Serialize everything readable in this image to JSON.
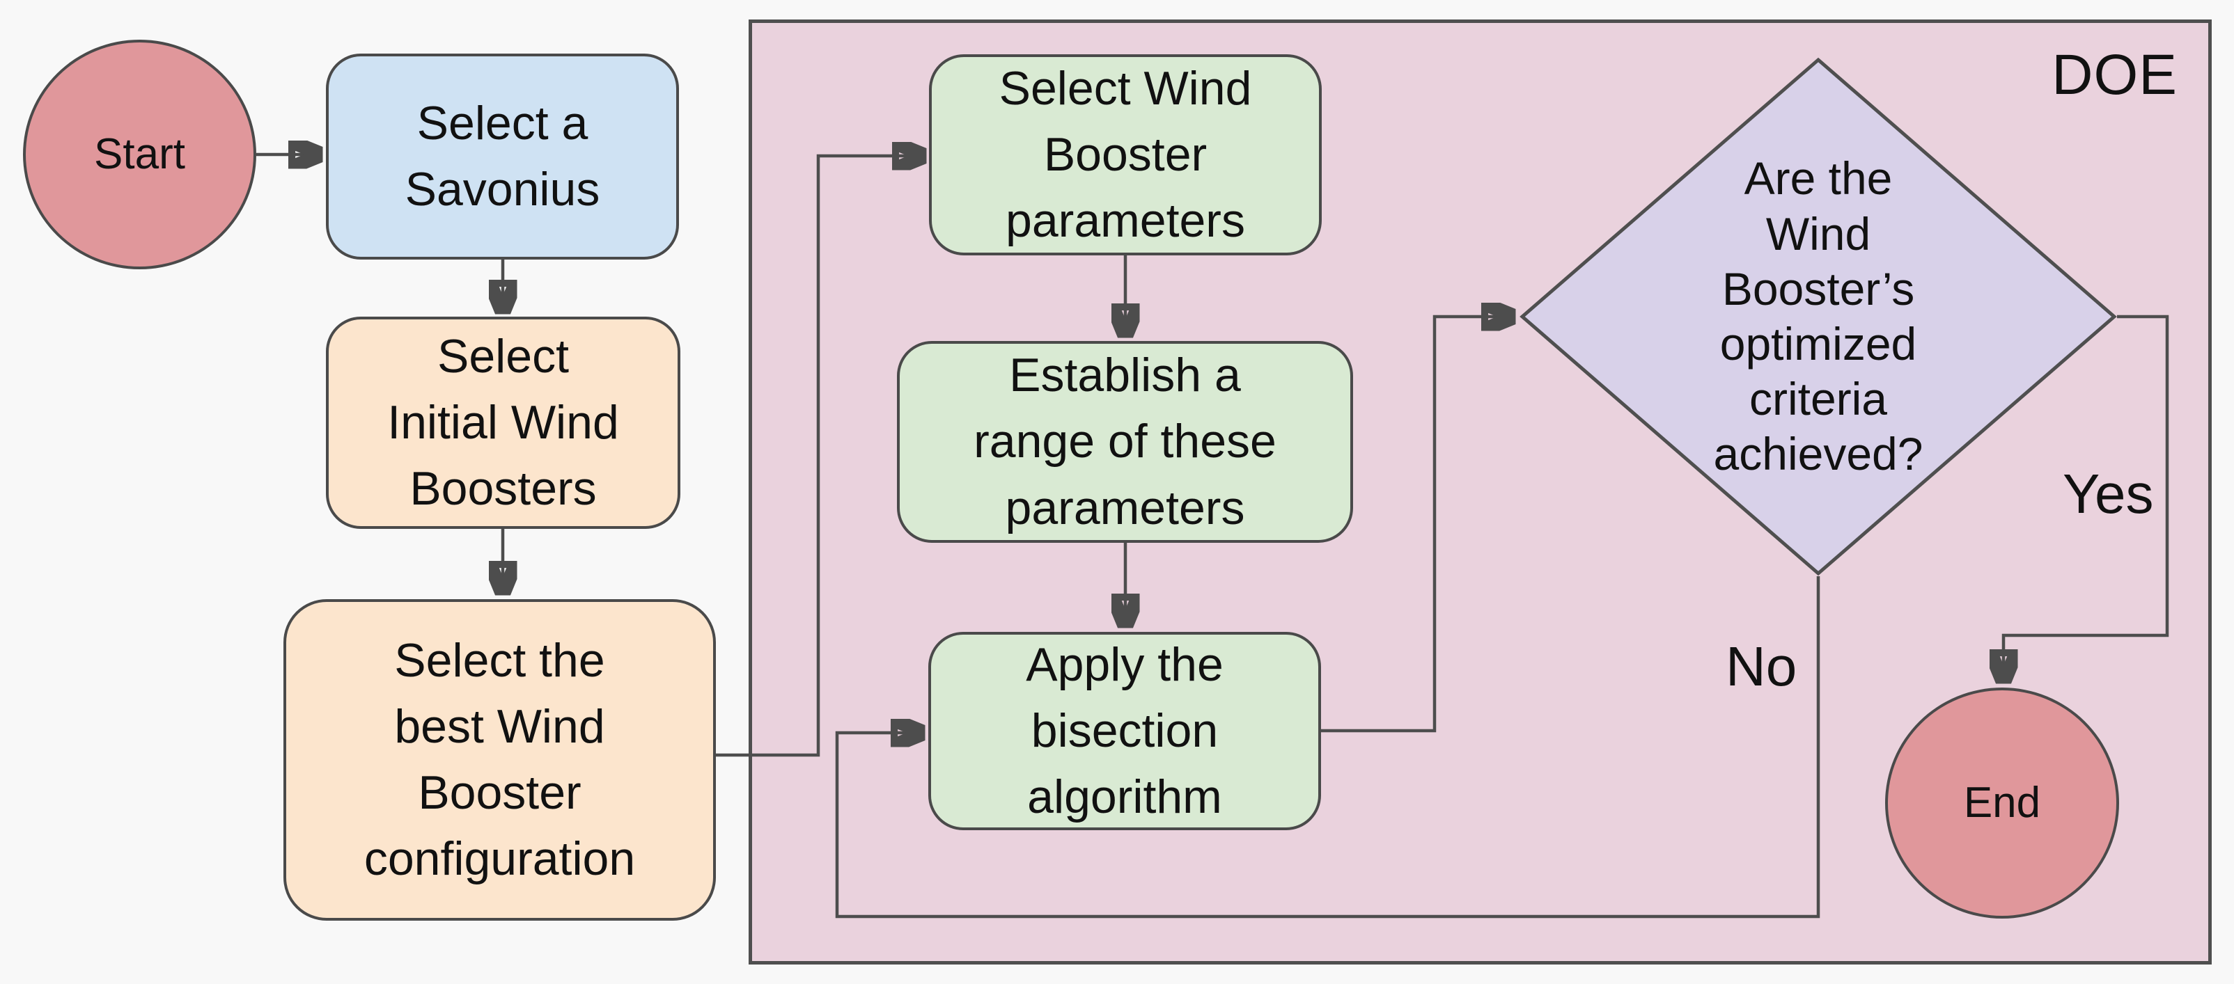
{
  "flowchart": {
    "region": {
      "label": "DOE"
    },
    "nodes": {
      "start": {
        "label": "Start",
        "shape": "circle",
        "fill": "#e0979b"
      },
      "select_savonius": {
        "label": "Select a\nSavonius",
        "shape": "rounded-rect",
        "fill": "#cfe2f3"
      },
      "select_initial_wind_boosters": {
        "label": "Select\nInitial Wind\nBoosters",
        "shape": "rounded-rect",
        "fill": "#fce5cd"
      },
      "select_best_configuration": {
        "label": "Select the\nbest Wind\nBooster\nconfiguration",
        "shape": "rounded-rect",
        "fill": "#fce5cd"
      },
      "select_wind_booster_parameters": {
        "label": "Select Wind\nBooster\nparameters",
        "shape": "rounded-rect",
        "fill": "#d9ead3"
      },
      "establish_range": {
        "label": "Establish a\nrange of these\nparameters",
        "shape": "rounded-rect",
        "fill": "#d9ead3"
      },
      "apply_bisection": {
        "label": "Apply the\nbisection\nalgorithm",
        "shape": "rounded-rect",
        "fill": "#d9ead3"
      },
      "decision": {
        "label": "Are the\nWind\nBooster’s\noptimized\ncriteria\nachieved?",
        "shape": "diamond",
        "fill": "#d8d1e9"
      },
      "end": {
        "label": "End",
        "shape": "circle",
        "fill": "#e0979b"
      }
    },
    "edge_labels": {
      "yes": "Yes",
      "no": "No"
    },
    "colors": {
      "background": "#f8f8f8",
      "doe_region_fill": "#ead2dd",
      "connector_line": "#4d4d4d",
      "shape_border": "#4a4a4a",
      "text": "#111111"
    }
  }
}
